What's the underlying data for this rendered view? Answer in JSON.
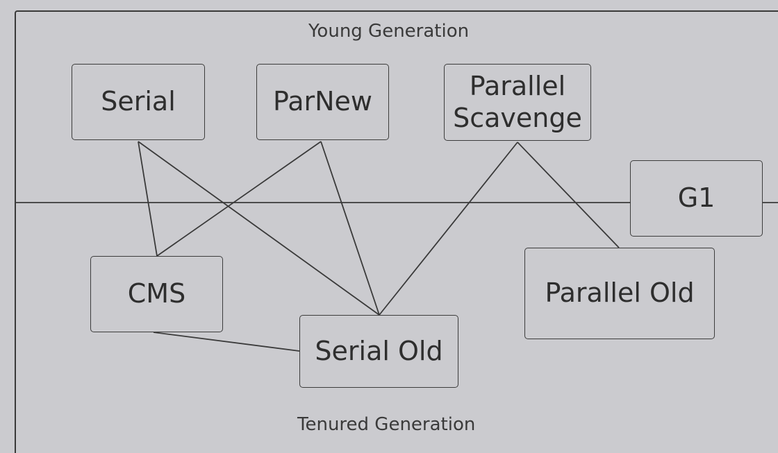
{
  "regions": {
    "young": "Young Generation",
    "tenured": "Tenured Generation"
  },
  "collectors": {
    "serial": "Serial",
    "parnew": "ParNew",
    "parallel_scavenge": "Parallel\nScavenge",
    "g1": "G1",
    "cms": "CMS",
    "serial_old": "Serial Old",
    "parallel_old": "Parallel Old"
  },
  "connections": [
    [
      "serial",
      "cms"
    ],
    [
      "serial",
      "serial_old"
    ],
    [
      "parnew",
      "cms"
    ],
    [
      "parnew",
      "serial_old"
    ],
    [
      "parallel_scavenge",
      "serial_old"
    ],
    [
      "parallel_scavenge",
      "parallel_old"
    ],
    [
      "cms",
      "serial_old"
    ]
  ],
  "colors": {
    "background": "#cbcbcf",
    "line": "#3a3a3a"
  }
}
